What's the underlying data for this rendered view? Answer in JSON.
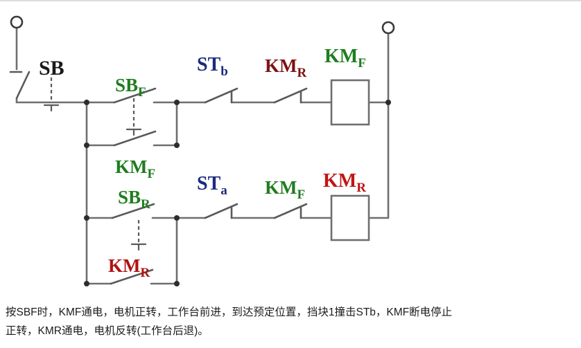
{
  "diagram": {
    "labels": {
      "sb": {
        "main": "SB",
        "sub": "",
        "color": "#1a1a1a"
      },
      "sbf": {
        "main": "SB",
        "sub": "F",
        "color": "#1e7d1e"
      },
      "stb": {
        "main": "ST",
        "sub": "b",
        "color": "#1c2a7d"
      },
      "kmr_nc": {
        "main": "KM",
        "sub": "R",
        "color": "#7d1212"
      },
      "kmf_coil": {
        "main": "KM",
        "sub": "F",
        "color": "#1e7d1e"
      },
      "kmf_aux": {
        "main": "KM",
        "sub": "F",
        "color": "#1e7d1e"
      },
      "sbr": {
        "main": "SB",
        "sub": "R",
        "color": "#1e7d1e"
      },
      "sta": {
        "main": "ST",
        "sub": "a",
        "color": "#1c2a7d"
      },
      "kmf_nc": {
        "main": "KM",
        "sub": "F",
        "color": "#1e7d1e"
      },
      "kmr_coil": {
        "main": "KM",
        "sub": "R",
        "color": "#c21414"
      },
      "kmr_aux": {
        "main": "KM",
        "sub": "R",
        "color": "#b01212"
      }
    }
  },
  "caption": {
    "line1": "按SBF时，KMF通电，电机正转，工作台前进，到达预定位置，挡块1撞击STb，KMF断电停止",
    "line2": "正转，KMR通电，电机反转(工作台后退)。"
  }
}
